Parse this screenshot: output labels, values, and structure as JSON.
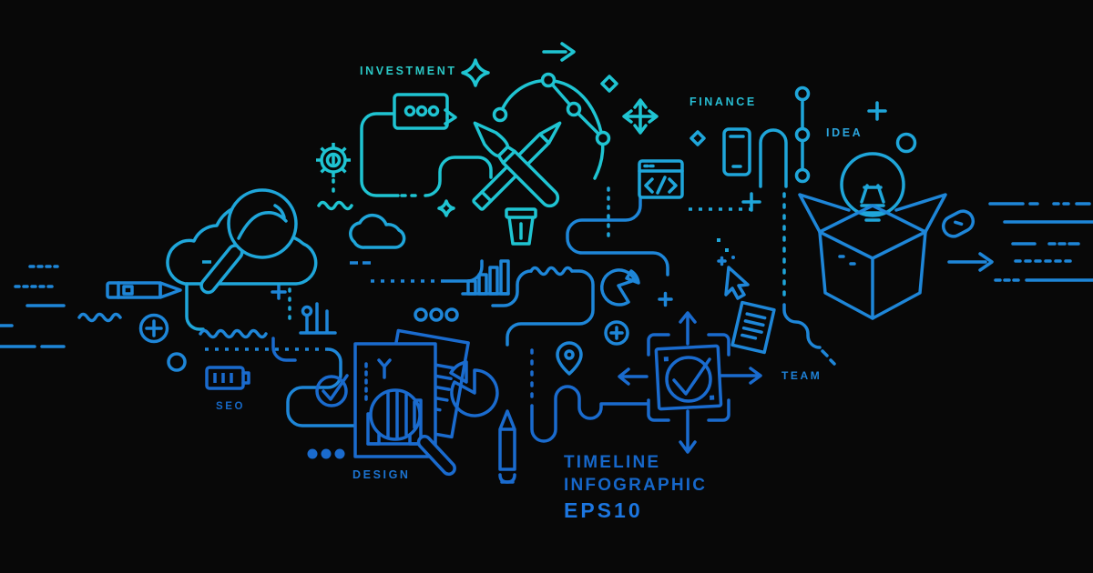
{
  "labels": {
    "investment": "INVESTMENT",
    "finance": "FINANCE",
    "idea": "IDEA",
    "team": "TEAM",
    "seo": "SEO",
    "design": "DESIGN"
  },
  "caption": {
    "line1": "TIMELINE",
    "line2": "INFOGRAPHIC",
    "line3": "EPS10"
  },
  "colors": {
    "bg": "#080808",
    "c1": "#1fc4d2",
    "c2": "#1fa6da",
    "c3": "#1e86d8",
    "c4": "#1a6bce",
    "investment": "#2bc8c6",
    "finance": "#27bcd2",
    "idea": "#2ba4dc",
    "team": "#1f82d8",
    "seo": "#1668c6",
    "design": "#1c74d2",
    "caption": "#1667ca",
    "eps": "#1c76e0"
  },
  "icons": [
    "gear-icon",
    "speech-bubble-icon",
    "paintbrush-icon",
    "pencil-icon",
    "bezier-curve-icon",
    "arrow-right-icon",
    "move-arrows-icon",
    "sparkle-icon",
    "coffee-cup-icon",
    "smartphone-icon",
    "code-window-icon",
    "milestone-line-icon",
    "lightbulb-box-icon",
    "computer-mouse-icon",
    "speed-dashes",
    "cloud-search-icon",
    "growth-chart-icon",
    "bar-chart-icon",
    "donut-chart-icon",
    "pie-chart-icon",
    "battery-icon",
    "pencil-horizontal-icon",
    "check-circle-icon",
    "document-magnifier-icon",
    "document-list-icon",
    "checkmark-box-icon",
    "cursor-icon",
    "location-pin-icon",
    "plus-circle-icon",
    "wave-line",
    "dotted-path"
  ]
}
